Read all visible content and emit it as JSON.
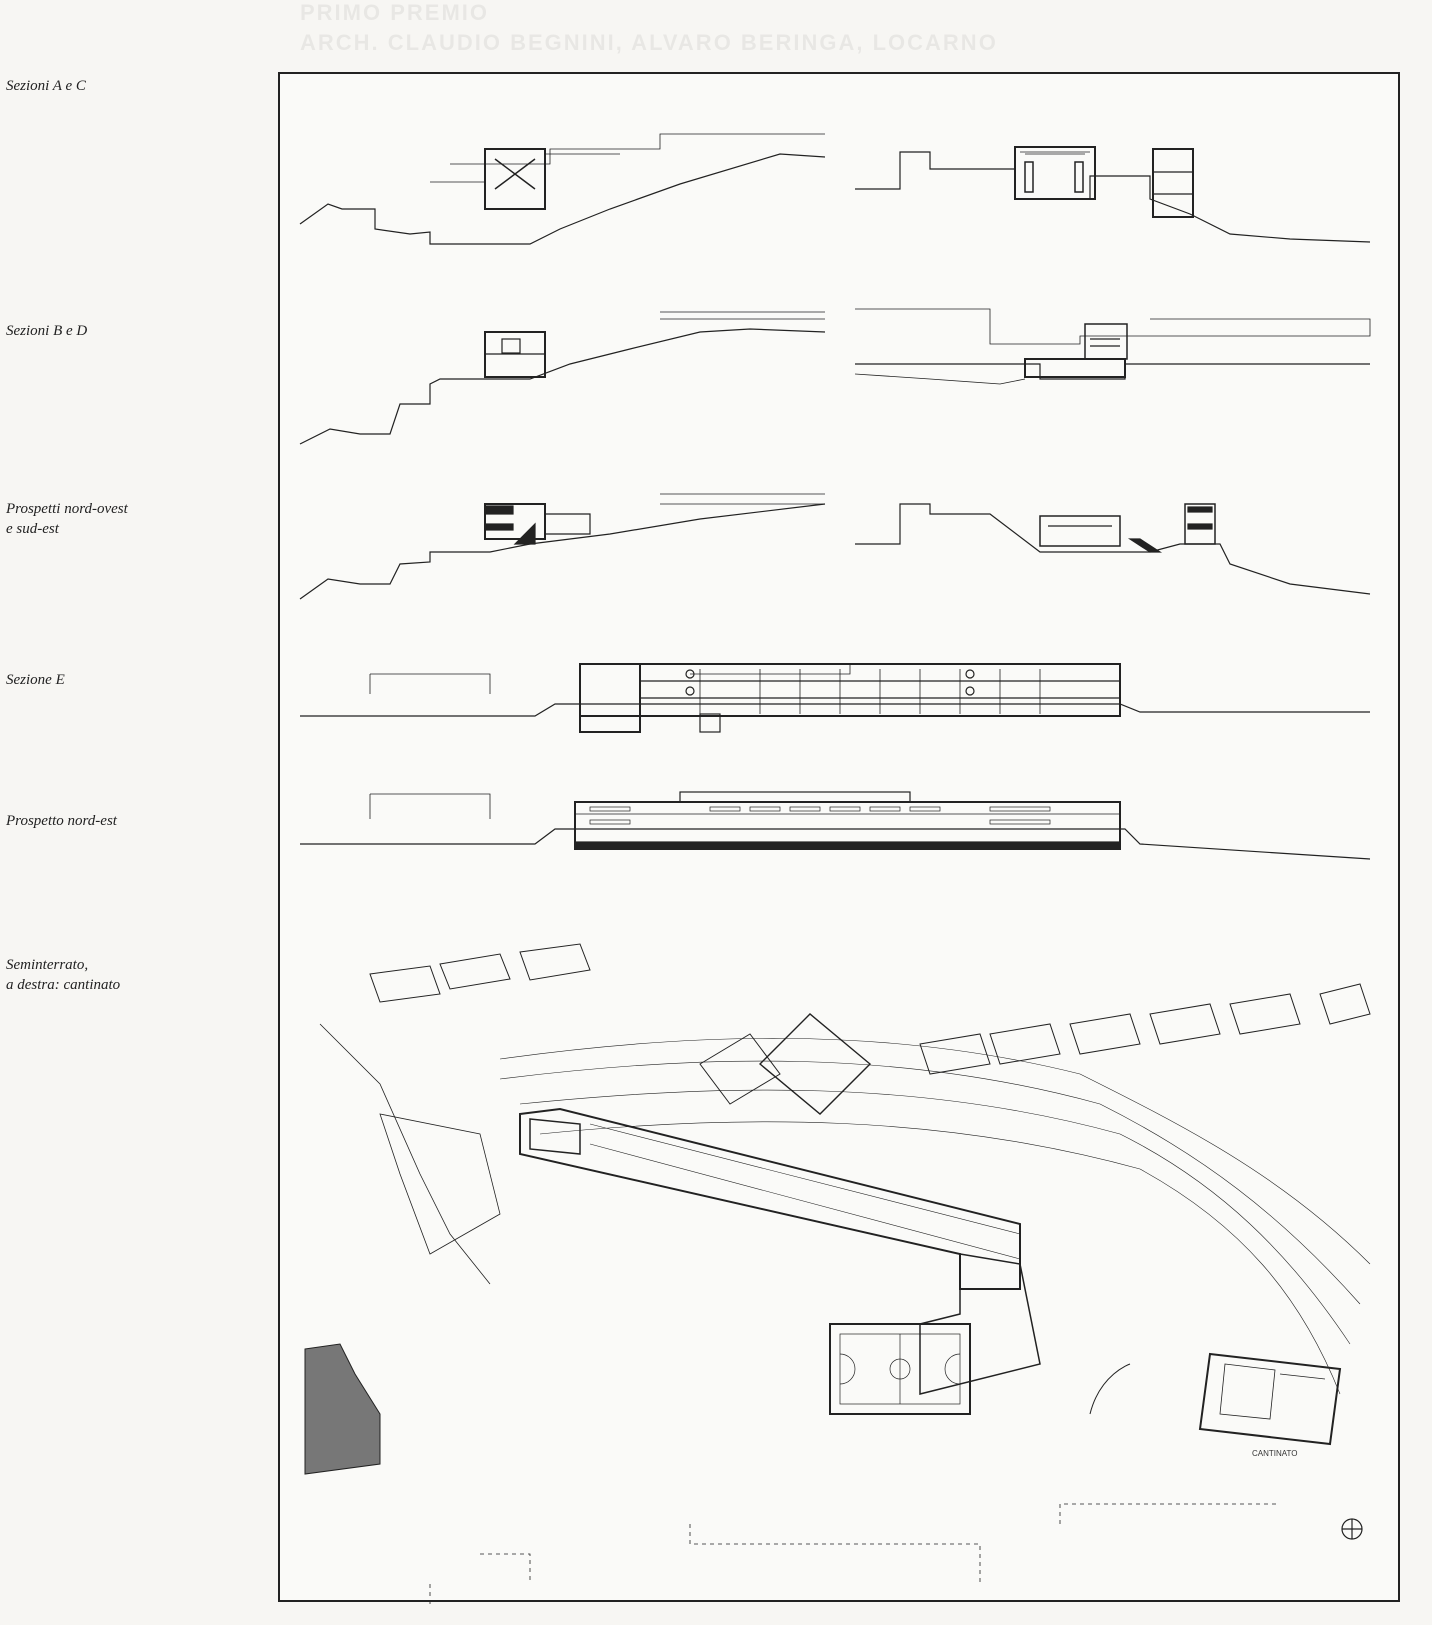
{
  "captions": {
    "sections_ac": "Sezioni A e C",
    "sections_bd": "Sezioni B e D",
    "elevations": "Prospetti nord-ovest\ne sud-est",
    "section_e": "Sezione E",
    "elevation_ne": "Prospetto nord-est",
    "basement": "Seminterrato,\na destra: cantinato"
  },
  "plan_labels": {
    "cantinato": "CANTINATO"
  }
}
